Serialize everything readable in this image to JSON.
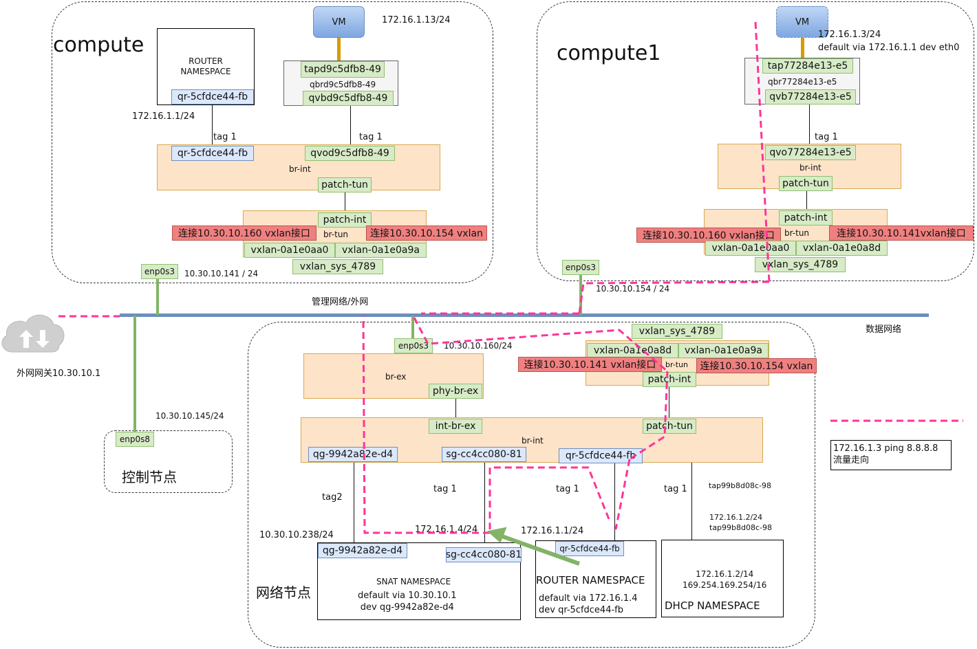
{
  "compute": {
    "title": "compute",
    "vm_label": "VM",
    "vm_ip": "172.16.1.13/24",
    "router_ns": "ROUTER\nNAMESPACE",
    "router_qr": "qr-5cfdce44-fb",
    "router_ip": "172.16.1.1/24",
    "tap": "tapd9c5dfb8-49",
    "qbr": "qbrd9c5dfb8-49",
    "qvb": "qvbd9c5dfb8-49",
    "tag_left": "tag 1",
    "tag_right": "tag 1",
    "brint_qr": "qr-5cfdce44-fb",
    "brint_qvo": "qvod9c5dfb8-49",
    "brint_label": "br-int",
    "patch_tun": "patch-tun",
    "patch_int": "patch-int",
    "brtun_label": "br-tun",
    "vxlan_left_red": "连接10.30.10.160 vxlan接口",
    "vxlan_right_red": "连接10.30.10.154 vxlan",
    "vxlan_a": "vxlan-0a1e0aa0",
    "vxlan_b": "vxlan-0a1e0a9a",
    "vxlan_sys": "vxlan_sys_4789",
    "nic": "enp0s3",
    "nic_ip": "10.30.10.141 / 24"
  },
  "compute1": {
    "title": "compute1",
    "vm_label": "VM",
    "vm_ip": "172.16.1.3/24",
    "vm_route": "default via 172.16.1.1 dev eth0",
    "tap": "tap77284e13-e5",
    "qbr": "qbr77284e13-e5",
    "qvb": "qvb77284e13-e5",
    "tag": "tag 1",
    "qvo": "qvo77284e13-e5",
    "brint_label": "br-int",
    "patch_tun": "patch-tun",
    "patch_int": "patch-int",
    "brtun_label": "br-tun",
    "vxlan_left_red": "连接10.30.10.160 vxlan接口",
    "vxlan_right_red": "连接10.30.10.141vxlan接口",
    "vxlan_a": "vxlan-0a1e0aa0",
    "vxlan_b": "vxlan-0a1e0a8d",
    "vxlan_sys": "vxlan_sys_4789",
    "nic": "enp0s3",
    "nic_ip": "10.30.10.154 / 24"
  },
  "network": {
    "mgmt_label": "管理网络/外网",
    "data_label": "数据网络",
    "gateway_label": "外网网关10.30.10.1"
  },
  "controller": {
    "title": "控制节点",
    "nic": "enp0s8",
    "nic_ip": "10.30.10.145/24"
  },
  "network_node": {
    "title": "网络节点",
    "nic": "enp0s3",
    "nic_ip": "10.30.10.160/24",
    "brex_label": "br-ex",
    "phy_br_ex": "phy-br-ex",
    "int_br_ex": "int-br-ex",
    "brint_label": "br-int",
    "patch_tun": "patch-tun",
    "patch_int": "patch-int",
    "brtun_label": "br-tun",
    "vxlan_sys": "vxlan_sys_4789",
    "vxlan_a": "vxlan-0a1e0a8d",
    "vxlan_b": "vxlan-0a1e0a9a",
    "vxlan_left_red": "连接10.30.10.141 vxlan接口",
    "vxlan_right_red": "连接10.30.10.154 vxlan",
    "qg_port": "qg-9942a82e-d4",
    "sg_port": "sg-cc4cc080-81",
    "qr_port": "qr-5cfdce44-fb",
    "tag2": "tag2",
    "tag1_a": "tag 1",
    "tag1_b": "tag 1",
    "tag1_c": "tag 1",
    "tap_label": "tap99b8d08c-98",
    "dhcp_ip_tap": "172.16.1.2/24\ntap99b8d08c-98",
    "snat_ext_ip": "10.30.10.238/24",
    "snat_int_ip": "172.16.1.4/24",
    "router_ip": "172.16.1.1/24",
    "snat_qg": "qg-9942a82e-d4",
    "snat_sg": "sg-cc4cc080-81",
    "snat_ns": "SNAT NAMESPACE",
    "snat_route": "default via 10.30.10.1\ndev qg-9942a82e-d4",
    "router_qr": "qr-5cfdce44-fb",
    "router_ns": "ROUTER NAMESPACE",
    "router_route": "default via 172.16.1.4\ndev qr-5cfdce44-fb",
    "dhcp_ips": "172.16.1.2/14\n169.254.169.254/16",
    "dhcp_ns": "DHCP NAMESPACE"
  },
  "legend": {
    "text": "172.16.1.3 ping 8.8.8.8\n流量走向"
  },
  "colors": {
    "bridge_fill": "#fde3c8",
    "port_green": "#d7ebc7",
    "port_blue": "#dbe8fb",
    "vxlan_red": "#f08080",
    "network_bar": "#6c8ebf",
    "traffic_path": "#ff3399",
    "uplink_green": "#82b366",
    "vm_link": "#d79b00"
  }
}
